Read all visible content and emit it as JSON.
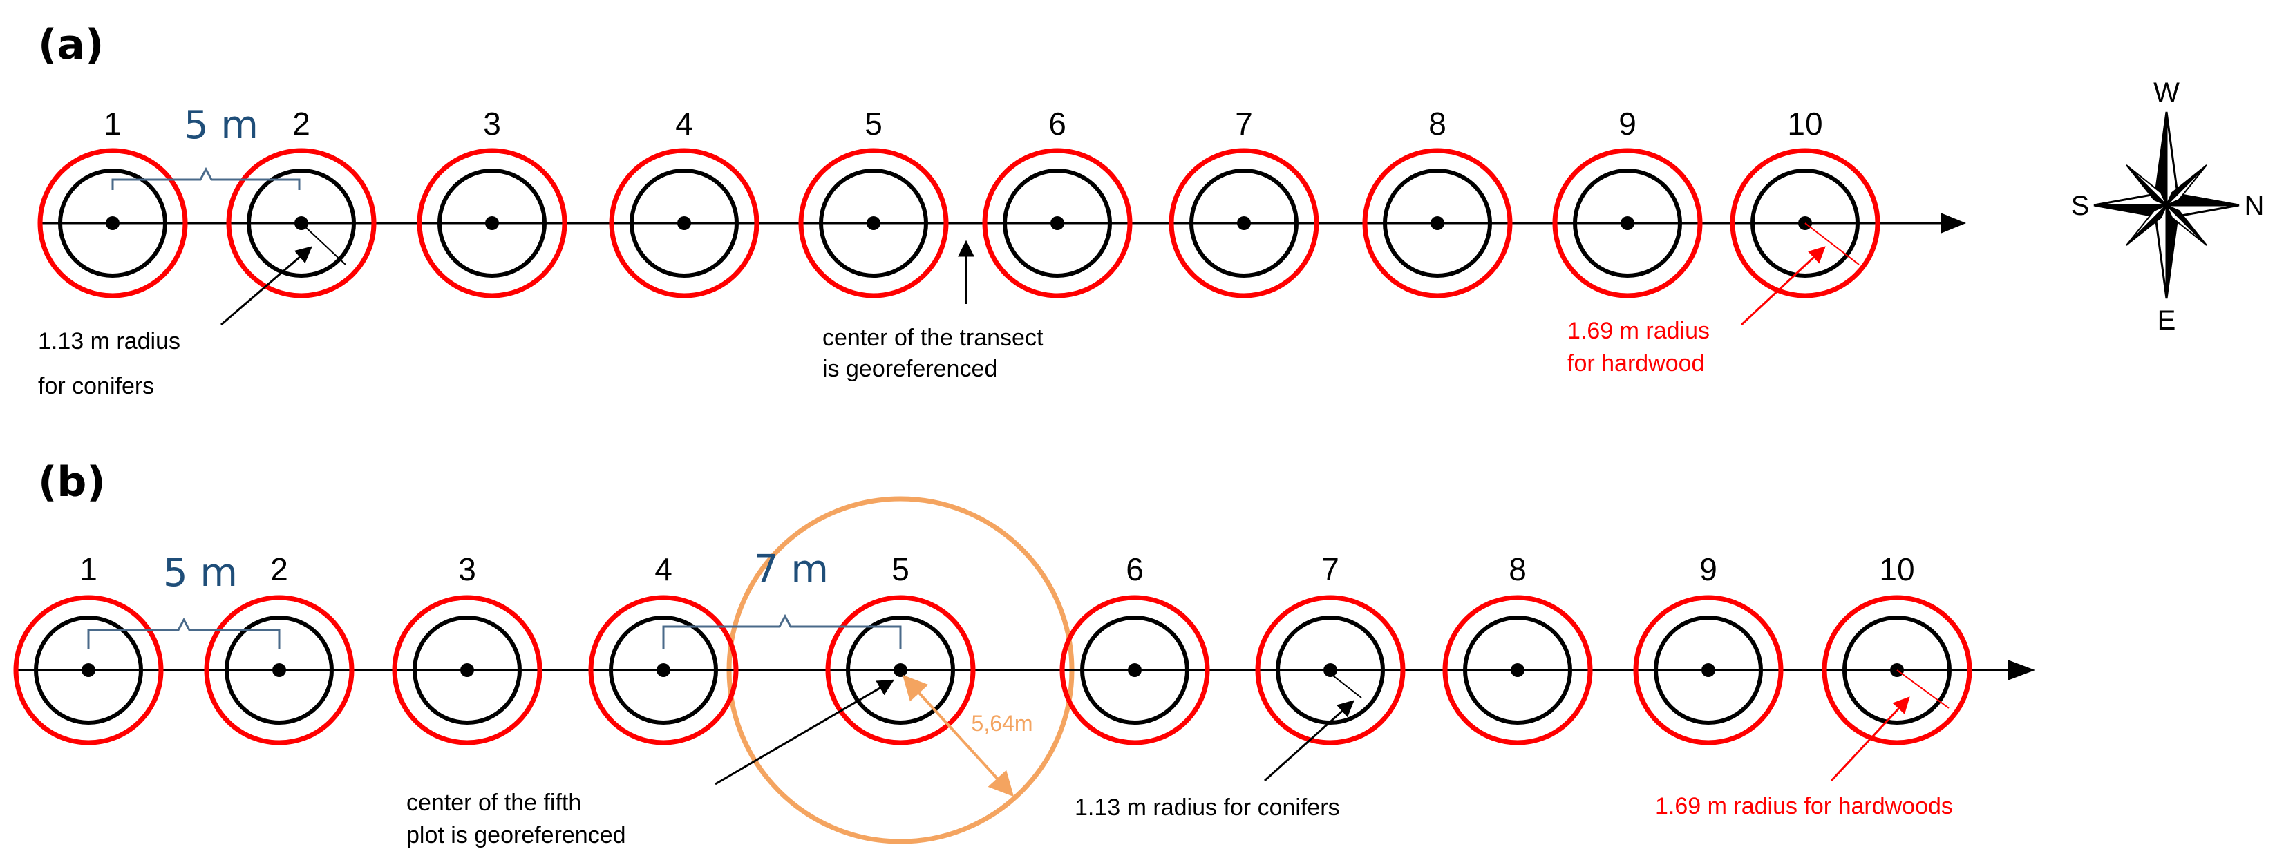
{
  "colors": {
    "ink": "#000000",
    "outer_ring": "#ff0000",
    "dimension": "#1f4e79",
    "large_plot": "#f4a460",
    "hardwood_label": "#ff0000"
  },
  "panel_a": {
    "label": "(a)",
    "plot_numbers": [
      "1",
      "2",
      "3",
      "4",
      "5",
      "6",
      "7",
      "8",
      "9",
      "10"
    ],
    "spacing_label": "5 m",
    "conifer_radius_lines": [
      "1.13 m radius",
      "for conifers"
    ],
    "center_note_lines": [
      "center of the transect",
      "is georeferenced"
    ],
    "hardwood_radius_lines": [
      "1.69 m radius",
      "for hardwood"
    ]
  },
  "panel_b": {
    "label": "(b)",
    "plot_numbers": [
      "1",
      "2",
      "3",
      "4",
      "5",
      "6",
      "7",
      "8",
      "9",
      "10"
    ],
    "spacing_label": "5 m",
    "spacing_label_2": "7 m",
    "large_radius_label": "5,64m",
    "fifth_plot_note_lines": [
      "center of the fifth",
      "plot is georeferenced"
    ],
    "conifer_radius_label": "1.13 m radius for conifers",
    "hardwood_radius_label": "1.69 m radius for hardwoods"
  },
  "compass": {
    "north": "N",
    "south": "S",
    "east": "E",
    "west": "W",
    "icon": "compass-rose-icon"
  }
}
